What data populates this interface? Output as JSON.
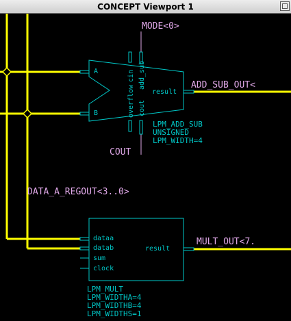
{
  "window": {
    "title": "CONCEPT Viewport 1"
  },
  "colors": {
    "wire": "#ffff00",
    "symbol": "#00c8c8",
    "label": "#e0a8e8",
    "background": "#000000"
  },
  "schematic": {
    "mode_net": "MODE<0>",
    "cout_net": "COUT",
    "add_sub_out_net": "ADD_SUB_OUT<",
    "data_a_net": "DATA_A_REGOUT<3..0>",
    "mult_out_net": "MULT_OUT<7.",
    "add_sub": {
      "pins": {
        "a": "A",
        "b": "B",
        "cin": "cin",
        "add_sub": "add_sub",
        "result": "result",
        "overflow": "overflow",
        "cout": "cout"
      },
      "labels": [
        "LPM_ADD_SUB",
        "UNSIGNED",
        "LPM_WIDTH=4"
      ]
    },
    "mult": {
      "pins": {
        "dataa": "dataa",
        "datab": "datab",
        "sum": "sum",
        "clock": "clock",
        "result": "result"
      },
      "labels": [
        "LPM_MULT",
        "LPM_WIDTHA=4",
        "LPM_WIDTHB=4",
        "LPM_WIDTHS=1"
      ]
    }
  }
}
